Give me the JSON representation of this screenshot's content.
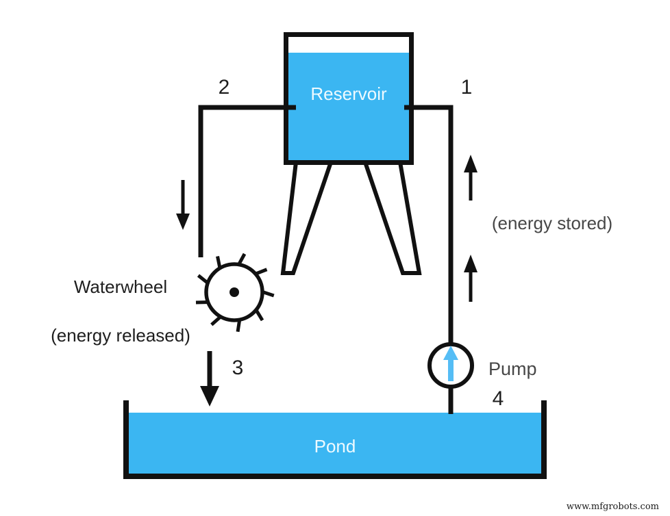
{
  "colors": {
    "water_blue": "#3bb6f2",
    "pump_arrow_blue": "#55bdf5",
    "outline_black": "#111111",
    "label_dark": "#1e1e1e",
    "label_gray": "#474747",
    "tank_text": "#eefaff",
    "background": "#ffffff"
  },
  "diagram": {
    "reservoir": {
      "label": "Reservoir"
    },
    "pond": {
      "label": "Pond"
    },
    "waterwheel": {
      "label": "Waterwheel",
      "sublabel": "(energy released)"
    },
    "pump": {
      "label": "Pump"
    },
    "energy_stored": "(energy stored)",
    "steps": {
      "one": "1",
      "two": "2",
      "three": "3",
      "four": "4"
    }
  },
  "watermark": "www.mfgrobots.com"
}
